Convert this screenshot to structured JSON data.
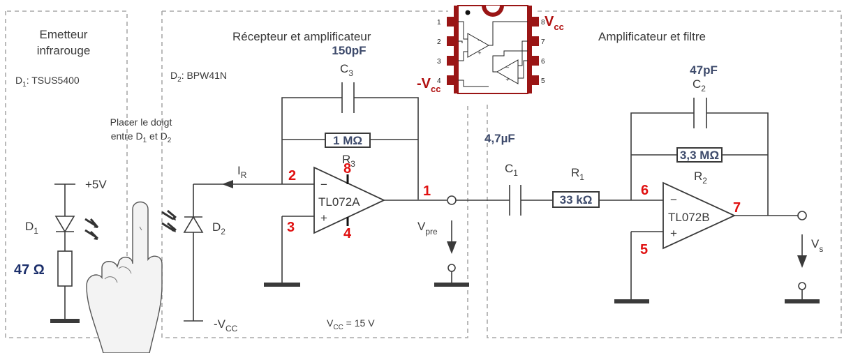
{
  "sections": {
    "emitter": {
      "title_line1": "Emetteur",
      "title_line2": "infrarouge",
      "part_label": "D",
      "part_sub": "1",
      "part_value": ": TSUS5400"
    },
    "receiver": {
      "title": "Récepteur et amplificateur",
      "part_label": "D",
      "part_sub": "2",
      "part_value": ": BPW41N"
    },
    "filter": {
      "title": "Amplificateur et filtre"
    }
  },
  "instruction": {
    "line1": "Placer le doigt",
    "line2_pre": "entre D",
    "line2_sub1": "1",
    "line2_mid": " et D",
    "line2_sub2": "2"
  },
  "emitter_circuit": {
    "supply": "+5V",
    "diode": "D",
    "diode_sub": "1",
    "resistor_value": "47 Ω"
  },
  "receiver_circuit": {
    "photodiode": "D",
    "photodiode_sub": "2",
    "current": "I",
    "current_sub": "R",
    "neg_supply": "-V",
    "neg_supply_sub": "CC",
    "opamp": "TL072A",
    "cap_name": "C",
    "cap_sub": "3",
    "cap_value": "150pF",
    "res_name": "R",
    "res_sub": "3",
    "res_value": "1 MΩ",
    "vcc_note": "V",
    "vcc_note_sub": "CC",
    "vcc_note_value": " = 15 V",
    "vout": "V",
    "vout_sub": "pre",
    "pins": {
      "inv": "2",
      "noninv": "3",
      "out": "1",
      "vpos": "8",
      "vneg": "4"
    }
  },
  "filter_circuit": {
    "coupling_cap": "C",
    "coupling_cap_sub": "1",
    "coupling_cap_value": "4,7µF",
    "res_in": "R",
    "res_in_sub": "1",
    "res_in_value": "33 kΩ",
    "cap_name": "C",
    "cap_sub": "2",
    "cap_value": "47pF",
    "res_name": "R",
    "res_sub": "2",
    "res_value": "3,3 MΩ",
    "opamp": "TL072B",
    "vout": "V",
    "vout_sub": "s",
    "pins": {
      "inv": "6",
      "noninv": "5",
      "out": "7"
    }
  },
  "ic_package": {
    "pins_left": [
      "1",
      "2",
      "3",
      "4"
    ],
    "pins_right": [
      "8",
      "7",
      "6",
      "5"
    ],
    "vcc": "V",
    "vcc_sub": "cc",
    "neg_vcc": "-V",
    "neg_vcc_sub": "cc"
  },
  "colors": {
    "pin_red": "#e01010",
    "value_blue": "#3d4a6b",
    "ic_body": "#9a1515"
  }
}
